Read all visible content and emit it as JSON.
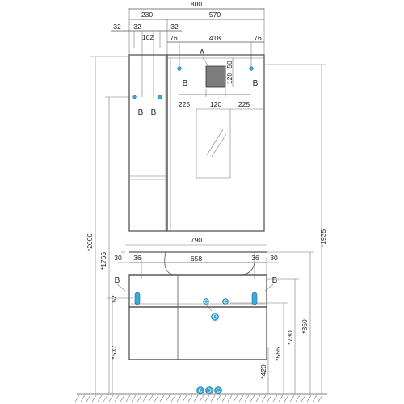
{
  "top_dims": {
    "total_width": "800",
    "cabinet_width": "230",
    "mirror_width": "570",
    "cab_side_left": "32",
    "cab_gap_left": "32",
    "cab_mid": "102",
    "cab_side_right": "32",
    "mirror_left": "76",
    "mirror_center": "418",
    "mirror_right": "76"
  },
  "mirror_dims": {
    "lamp_label": "A",
    "lamp_v1": "50",
    "lamp_v2": "120",
    "lamp_h_left": "225",
    "lamp_h_mid": "120",
    "lamp_h_right": "225"
  },
  "labels": {
    "b": "B",
    "c": "C",
    "d": "D"
  },
  "vertical_dims": {
    "left_outer": "*2000",
    "left_inner": "*1765",
    "right_outer": "*1935",
    "vanity_low_left": "*537",
    "vanity_side_left": "52",
    "right_850": "*850",
    "right_730": "*730",
    "right_555": "*555",
    "right_420": "*420"
  },
  "vanity_dims": {
    "total": "790",
    "side_left_outer": "30",
    "side_left_inner": "36",
    "basin": "658",
    "side_right_inner": "36",
    "side_right_outer": "30"
  },
  "colors": {
    "marker": "#3aa9d8",
    "line": "#555555"
  }
}
